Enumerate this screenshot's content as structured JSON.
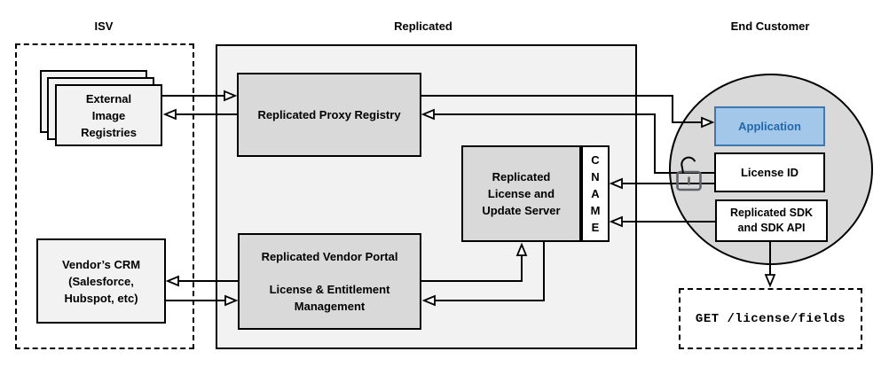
{
  "headers": {
    "isv": "ISV",
    "replicated": "Replicated",
    "end_customer": "End Customer"
  },
  "isv": {
    "external_registries": {
      "line1": "External",
      "line2": "Image",
      "line3": "Registries"
    },
    "vendor_crm": {
      "line1": "Vendor’s CRM",
      "line2": "(Salesforce,",
      "line3": "Hubspot, etc)"
    }
  },
  "replicated": {
    "proxy_registry": {
      "label": "Replicated Proxy Registry"
    },
    "license_update_server": {
      "line1": "Replicated",
      "line2": "License and",
      "line3": "Update Server"
    },
    "cname": {
      "l1": "C",
      "l2": "N",
      "l3": "A",
      "l4": "M",
      "l5": "E"
    },
    "vendor_portal": {
      "title": "Replicated Vendor Portal",
      "line1": "License & Entitlement",
      "line2": "Management"
    }
  },
  "end_customer": {
    "application": {
      "label": "Application"
    },
    "license_id": {
      "label": "License ID"
    },
    "sdk": {
      "line1": "Replicated SDK",
      "line2": "and SDK API"
    },
    "api_request": {
      "label": "GET /license/fields"
    }
  },
  "icons": {
    "lock": "unlock-icon"
  },
  "colors": {
    "container_fill": "#f2f2f2",
    "inner_box_fill": "#d9d9d9",
    "circle_fill": "#d9d9d9",
    "application_fill": "#a2c7e8",
    "application_border": "#3d78b4",
    "application_text": "#2268ae",
    "line": "#000000",
    "lock_icon": "#5f6368"
  }
}
